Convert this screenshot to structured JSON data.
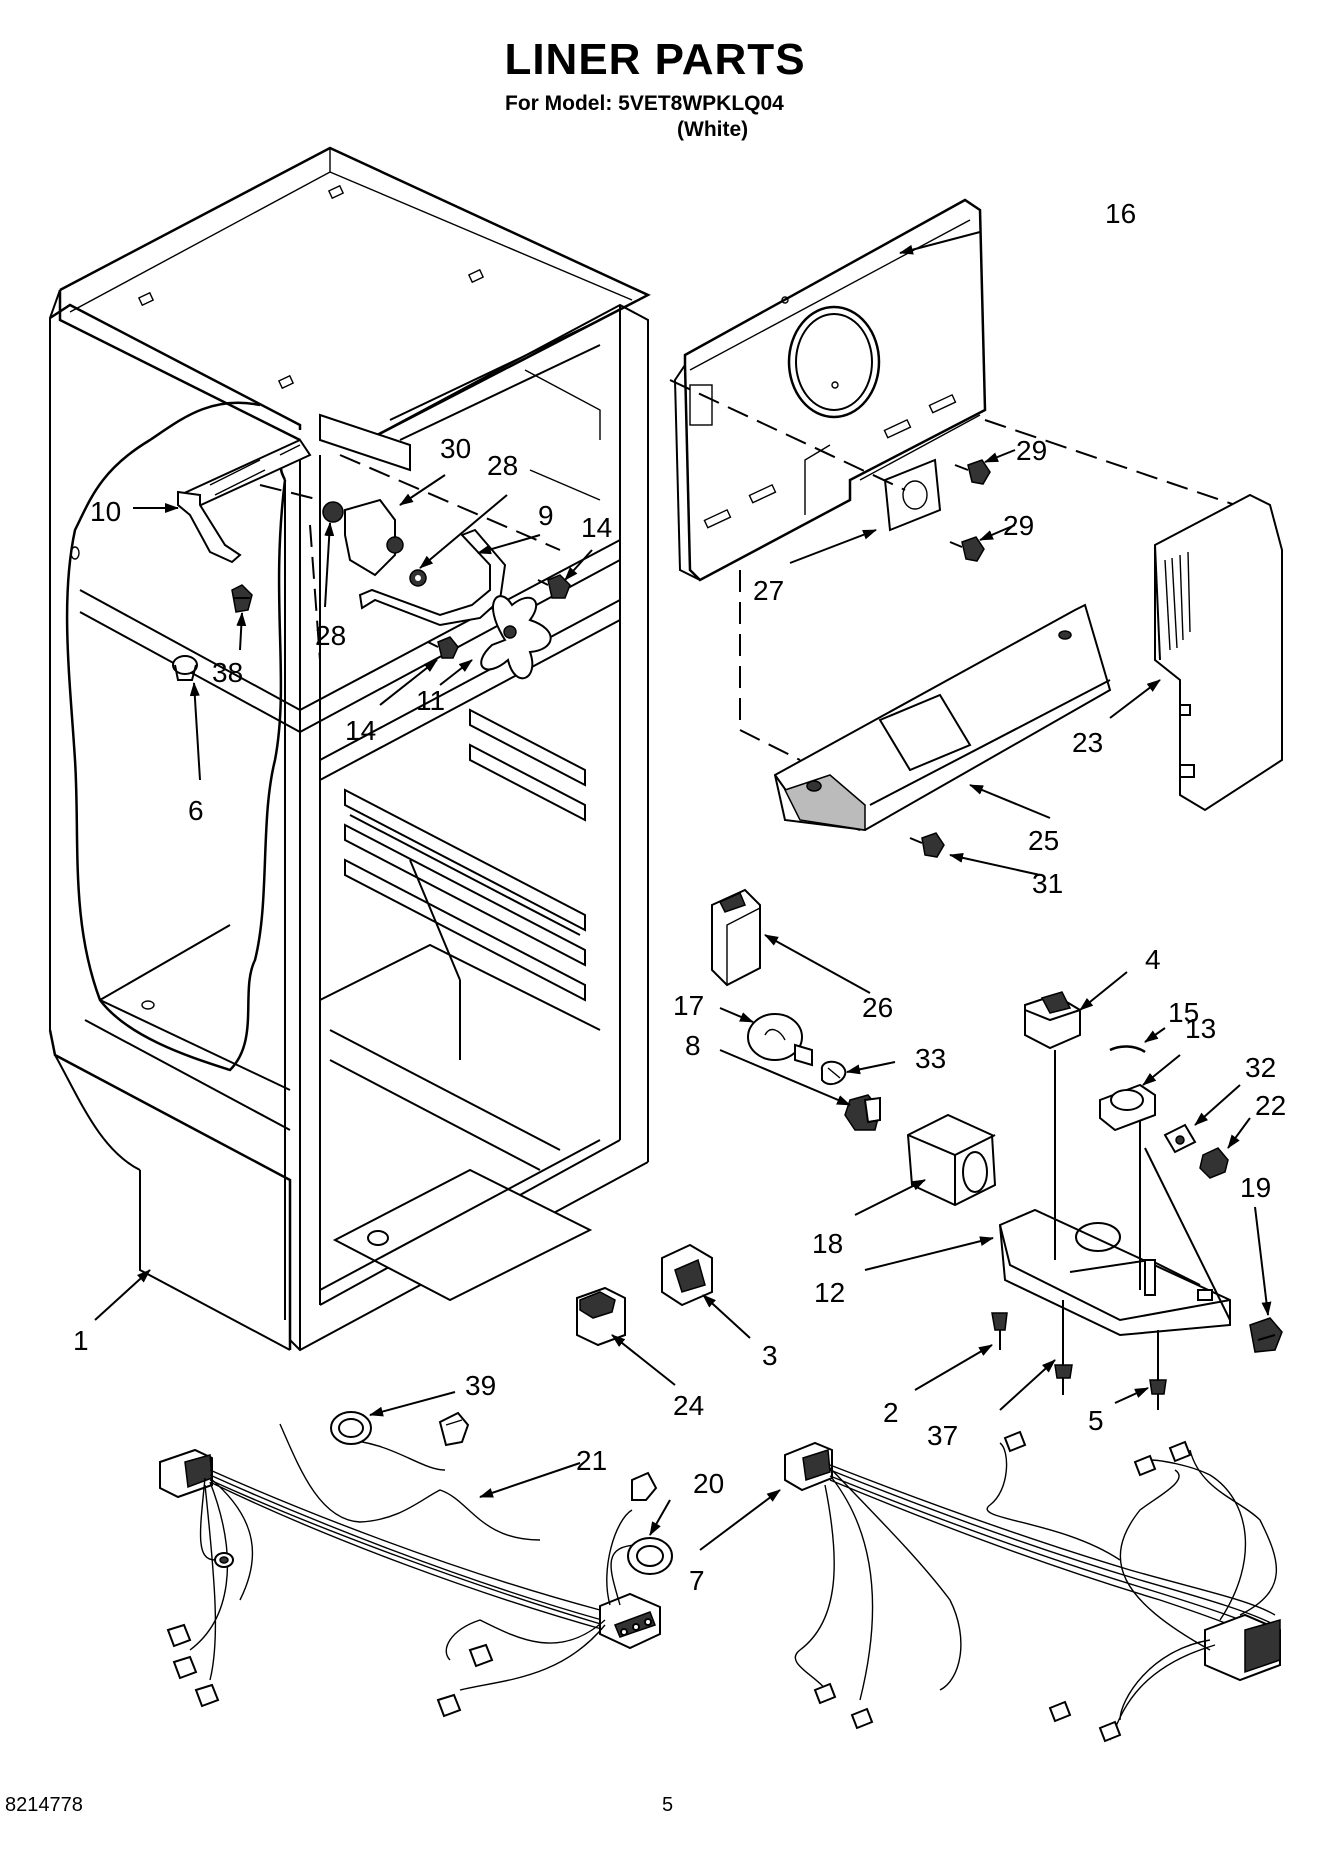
{
  "header": {
    "title": "LINER PARTS",
    "model_line": "For Model: 5VET8WPKLQ04",
    "color_line": "(White)"
  },
  "footer": {
    "document_number": "8214778",
    "page_number": "5"
  },
  "callouts": {
    "c1": "1",
    "c2": "2",
    "c3": "3",
    "c4": "4",
    "c5": "5",
    "c6": "6",
    "c7": "7",
    "c8": "8",
    "c9": "9",
    "c10": "10",
    "c11": "11",
    "c12": "12",
    "c13": "13",
    "c14a": "14",
    "c14b": "14",
    "c15": "15",
    "c16": "16",
    "c17": "17",
    "c18": "18",
    "c19": "19",
    "c20": "20",
    "c21": "21",
    "c22": "22",
    "c23": "23",
    "c24": "24",
    "c25": "25",
    "c26": "26",
    "c27": "27",
    "c28a": "28",
    "c28b": "28",
    "c29a": "29",
    "c29b": "29",
    "c30": "30",
    "c31": "31",
    "c32": "32",
    "c33": "33",
    "c37": "37",
    "c38": "38",
    "c39": "39"
  }
}
